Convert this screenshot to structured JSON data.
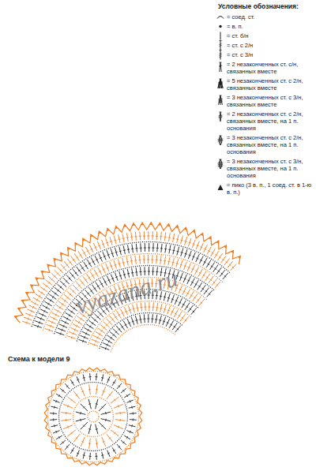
{
  "diagram": {
    "labels": [
      "Условные обозначения:",
      "Схема к модели 9",
      "vyazana.ru"
    ],
    "legend": [
      {
        "text": "= соед. ст."
      },
      {
        "text": "= в. п."
      },
      {
        "text": "= ст. б/н"
      },
      {
        "text": "= ст. с 2/н"
      },
      {
        "text": "= ст. с 3/н"
      },
      {
        "text": "= 2 незаконченных ст. с/н, связанных вместе"
      },
      {
        "text": "= 5 незаконченных ст. с 2/н, связанных вместе"
      },
      {
        "text": "= 3 незаконченных ст. с 3/н, связанных вместе"
      },
      {
        "text": "= 2 незаконченных ст. с 2/н, связанных вместе, на 1 п. основания"
      },
      {
        "text": "= 3 незаконченных ст. с 2/н, связанных вместе, на 1 п. основания"
      },
      {
        "text": "= 3 незаконченных ст. с 3/н, связанных вместе, на 1 п. основания"
      },
      {
        "text": "= пико (3 в. п., 1 соед. ст. в 1-ю в. п.)"
      }
    ]
  }
}
